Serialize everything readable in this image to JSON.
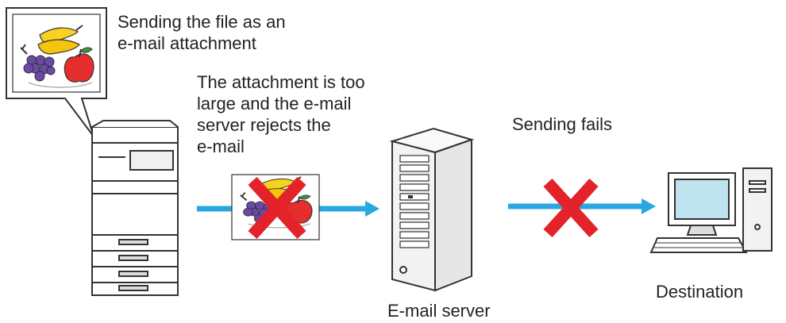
{
  "labels": {
    "sending_attachment": "Sending the file as an\ne-mail attachment",
    "too_large": "The attachment is too\nlarge and the e-mail\nserver rejects the\ne-mail",
    "sending_fails": "Sending fails",
    "destination": "Destination",
    "email_server": "E-mail server"
  },
  "colors": {
    "arrow": "#29a8e0",
    "cross": "#e3222a",
    "outline": "#333333",
    "server_fill": "#f2f2f2",
    "screen": "#bfe3ef"
  },
  "icons": [
    "multifunction-printer-icon",
    "fruit-image-icon",
    "email-server-tower-icon",
    "desktop-computer-icon",
    "red-x-cross-icon"
  ]
}
